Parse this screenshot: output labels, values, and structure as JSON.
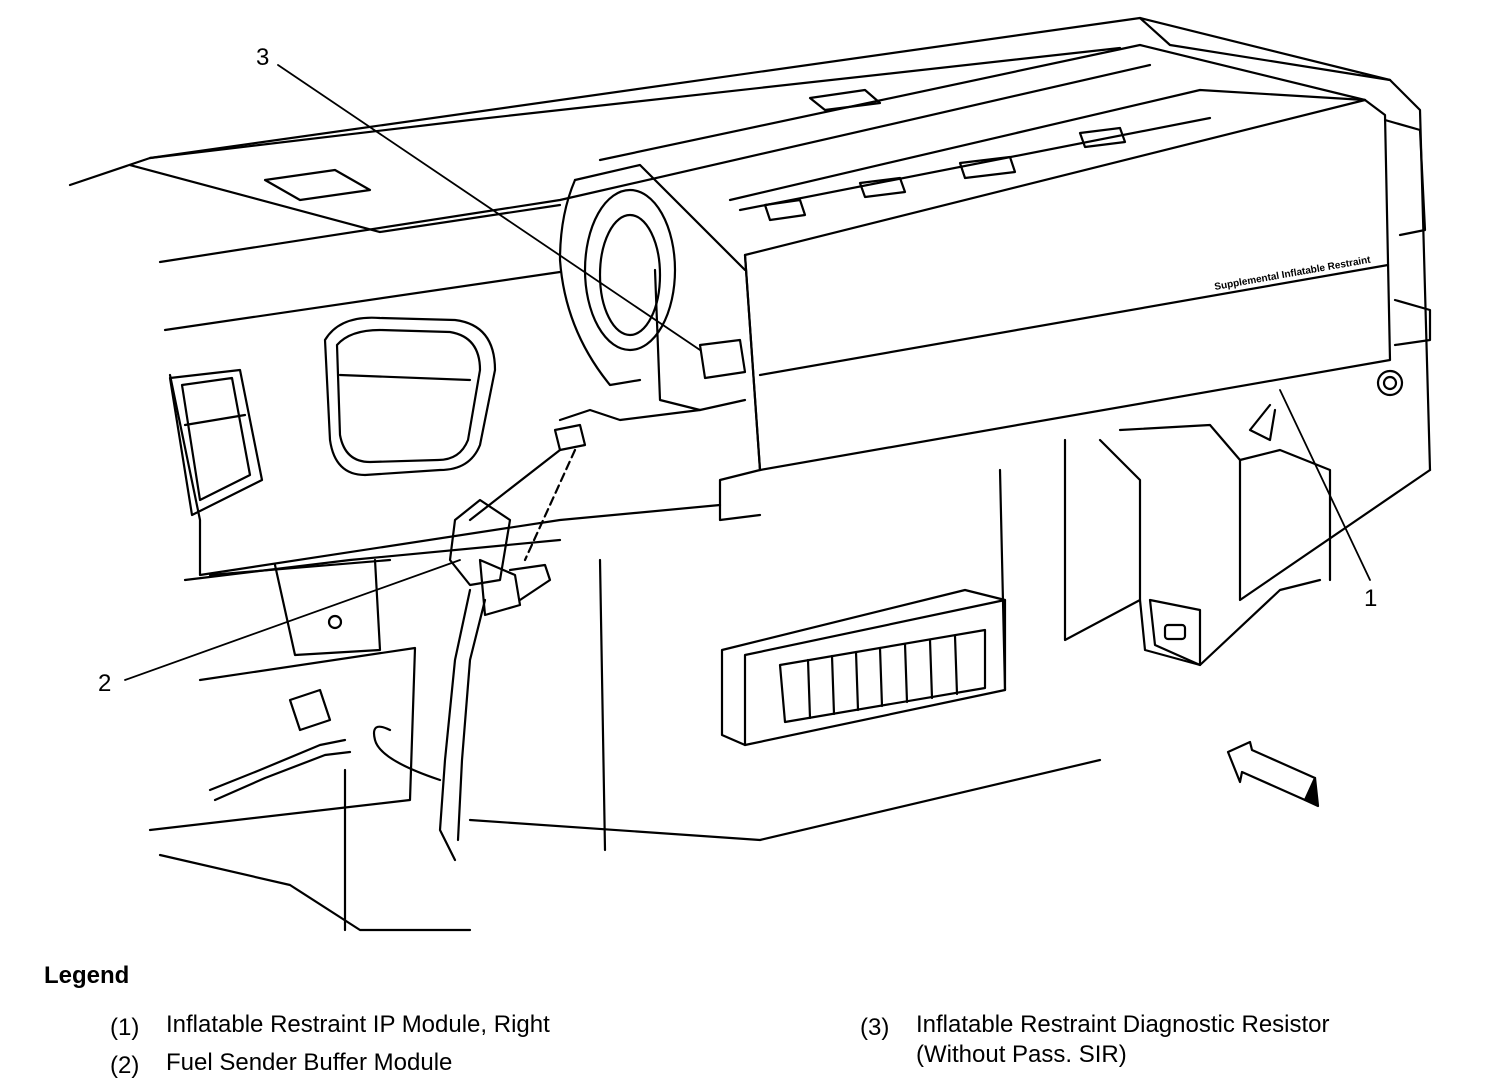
{
  "callouts": {
    "c1": "1",
    "c2": "2",
    "c3": "3"
  },
  "panel_label": "Supplemental Inflatable Restraint",
  "legend": {
    "title": "Legend",
    "items": [
      {
        "num": "(1)",
        "text": "Inflatable Restraint IP Module, Right"
      },
      {
        "num": "(2)",
        "text": "Fuel Sender Buffer Module"
      },
      {
        "num": "(3)",
        "text": "Inflatable Restraint Diagnostic Resistor (Without Pass. SIR)"
      }
    ]
  },
  "icons": {
    "direction_arrow": "view-direction-arrow-icon"
  }
}
